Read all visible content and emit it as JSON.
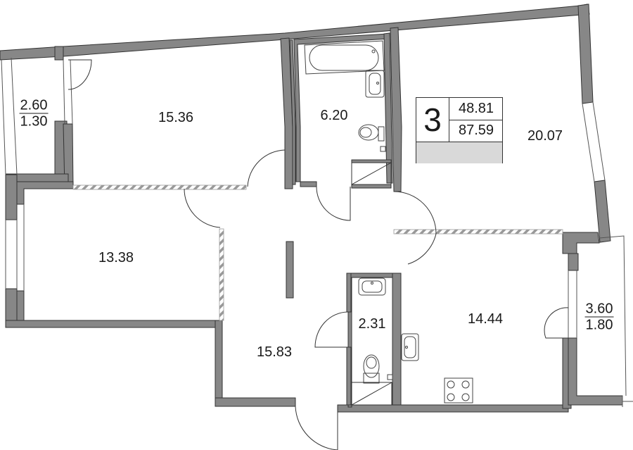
{
  "plan": {
    "colors": {
      "wall": "#878787",
      "wall_stroke": "#333333",
      "line": "#333333",
      "hatch": "#aaaaaa",
      "summary_bar": "#d9d9d9"
    },
    "summary": {
      "room_count": "3",
      "living_area": "48.81",
      "total_area": "87.59"
    },
    "rooms": [
      {
        "id": "bedroom-1",
        "area": "15.36"
      },
      {
        "id": "bathroom",
        "area": "6.20"
      },
      {
        "id": "living-room",
        "area": "20.07"
      },
      {
        "id": "bedroom-2",
        "area": "13.38"
      },
      {
        "id": "hallway",
        "area": "15.83"
      },
      {
        "id": "toilet",
        "area": "2.31"
      },
      {
        "id": "kitchen",
        "area": "14.44"
      }
    ],
    "balconies": [
      {
        "id": "balcony-west",
        "area": "2.60",
        "reduced_area": "1.30"
      },
      {
        "id": "balcony-east",
        "area": "3.60",
        "reduced_area": "1.80"
      }
    ],
    "icons": [
      "bathtub-icon",
      "sink-icon",
      "toilet-icon",
      "stove-icon",
      "door-swing-icon",
      "window-icon"
    ]
  }
}
